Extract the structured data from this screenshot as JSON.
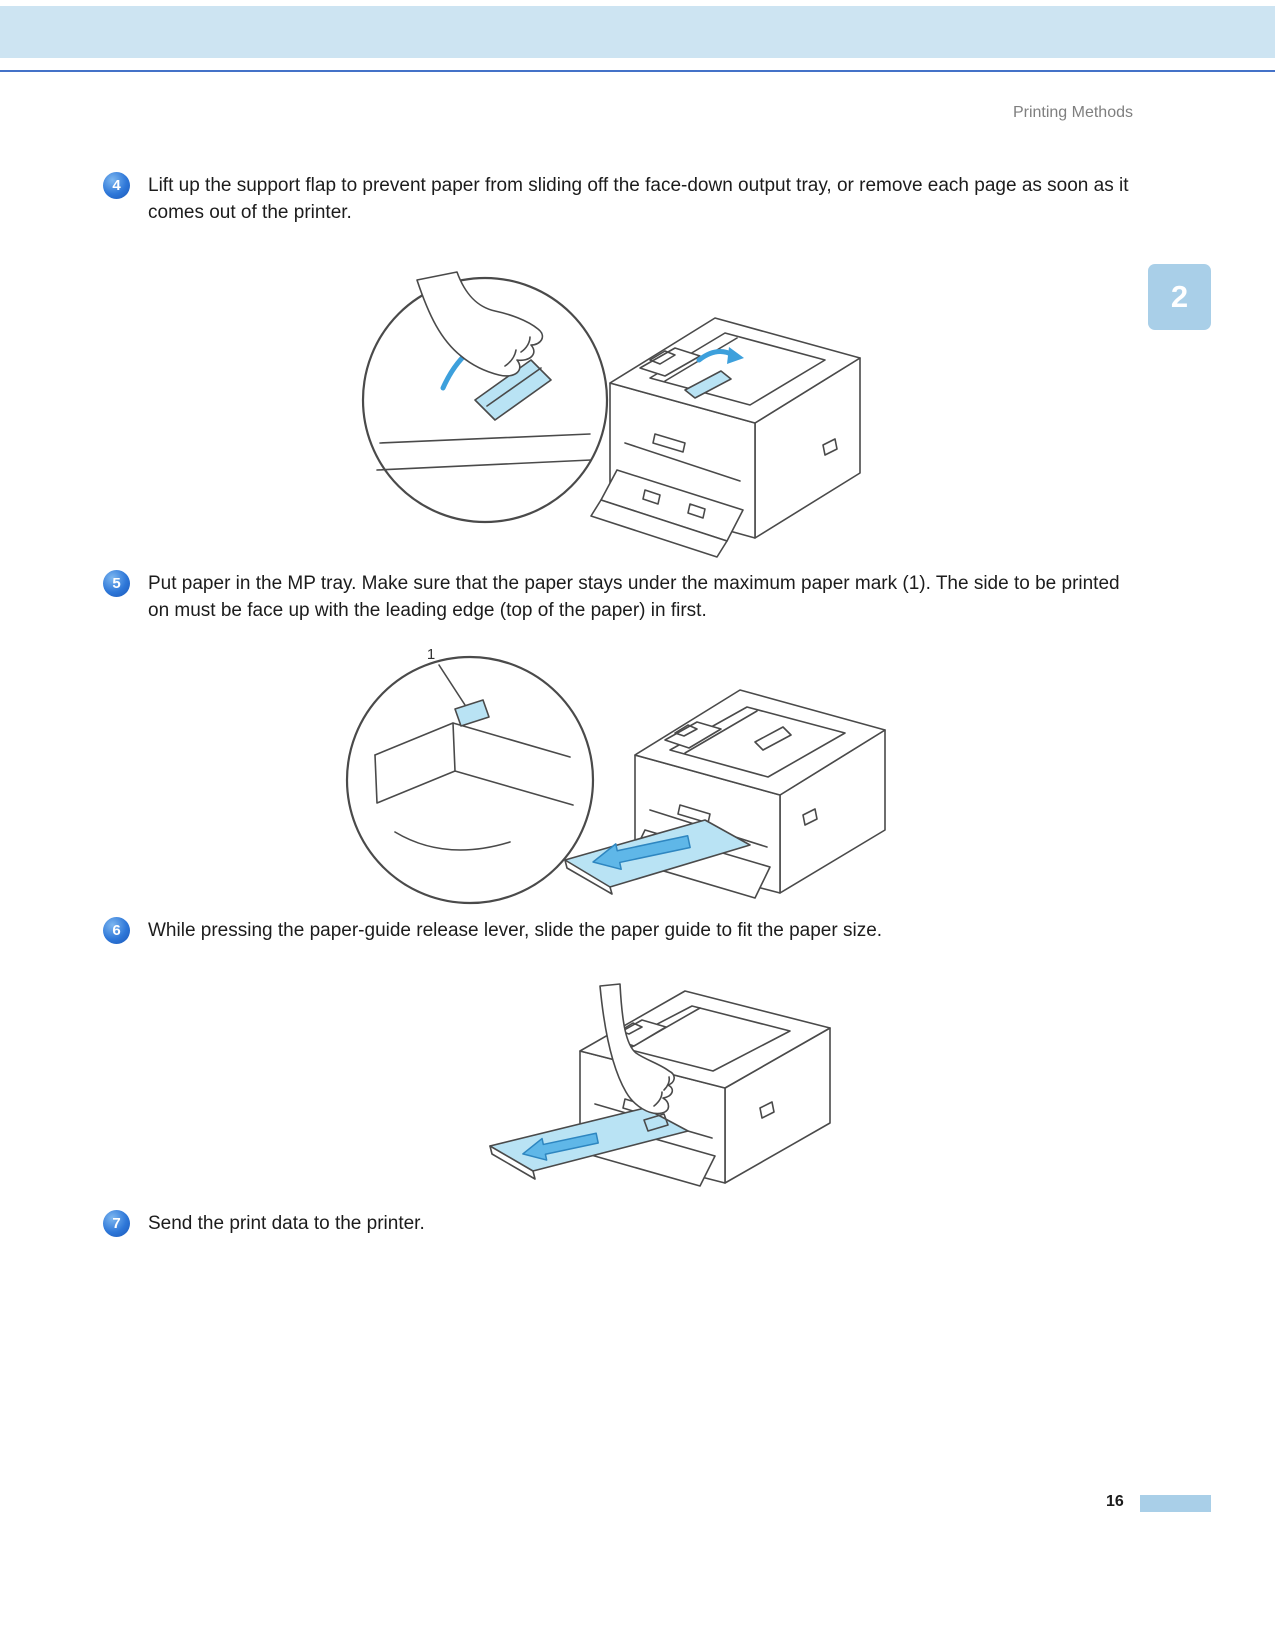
{
  "header": {
    "section_title": "Printing Methods"
  },
  "chapter_tab": {
    "number": "2"
  },
  "steps": [
    {
      "number": "4",
      "text": "Lift up the support flap to prevent paper from sliding off the face-down output tray, or remove each page as soon as it comes out of the printer."
    },
    {
      "number": "5",
      "text": "Put paper in the MP tray. Make sure that the paper stays under the maximum paper mark (1). The side to be printed on must be face up with the leading edge (top of the paper) in first."
    },
    {
      "number": "6",
      "text": "While pressing the paper-guide release lever, slide the paper guide to fit the paper size."
    },
    {
      "number": "7",
      "text": "Send the print data to the printer."
    }
  ],
  "figures": {
    "max_paper_mark_label": "1"
  },
  "footer": {
    "page_number": "16"
  },
  "colors": {
    "header_band": "#cde4f2",
    "header_rule_blue": "#4472c8",
    "chapter_tab_blue": "#a9cfe8",
    "step_badge_blue": "#2e77d8",
    "illustration_highlight_blue": "#b9e3f4",
    "arrow_blue": "#5fb7e8",
    "running_header_gray": "#7f7f7f"
  }
}
